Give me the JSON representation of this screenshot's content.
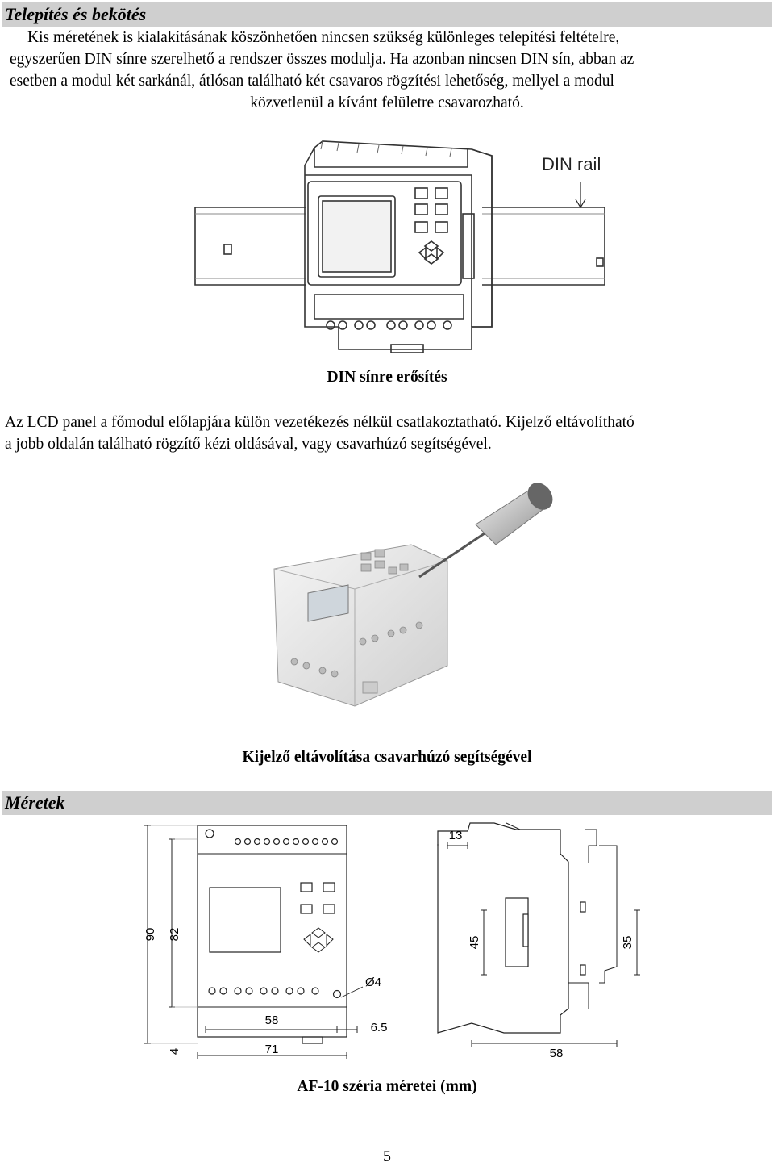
{
  "section1": {
    "title": "Telepítés és bekötés",
    "intro_lines": [
      "Kis méretének is kialakításának köszönhetően nincsen szükség különleges telepítési feltételre,",
      "egyszerűen DIN sínre szerelhető a rendszer összes modulja. Ha azonban nincsen DIN sín, abban az",
      "esetben a modul két sarkánál, átlósan található két csavaros rögzítési lehetőség, mellyel a modul",
      "közvetlenül a kívánt felületre csavarozható."
    ],
    "figure1": {
      "label": "DIN rail",
      "caption": "DIN sínre erősítés"
    },
    "lcd_lines": [
      "Az LCD panel a főmodul előlapjára külön vezetékezés nélkül csatlakoztatható. Kijelző eltávolítható",
      "a jobb oldalán található rögzítő kézi oldásával, vagy csavarhúzó segítségével."
    ],
    "figure2": {
      "caption": "Kijelző eltávolítása csavarhúzó segítségével"
    }
  },
  "section2": {
    "title": "Méretek",
    "dims": {
      "height_outer": "90",
      "height_inner": "82",
      "bottom_offset": "4",
      "hole": "Ø4",
      "hole_spacing": "58",
      "edge": "6.5",
      "width": "71",
      "side_top": "13",
      "side_rail": "45",
      "side_depth": "35",
      "side_width": "58"
    },
    "caption": "AF-10 széria méretei (mm)"
  },
  "page_number": "5"
}
